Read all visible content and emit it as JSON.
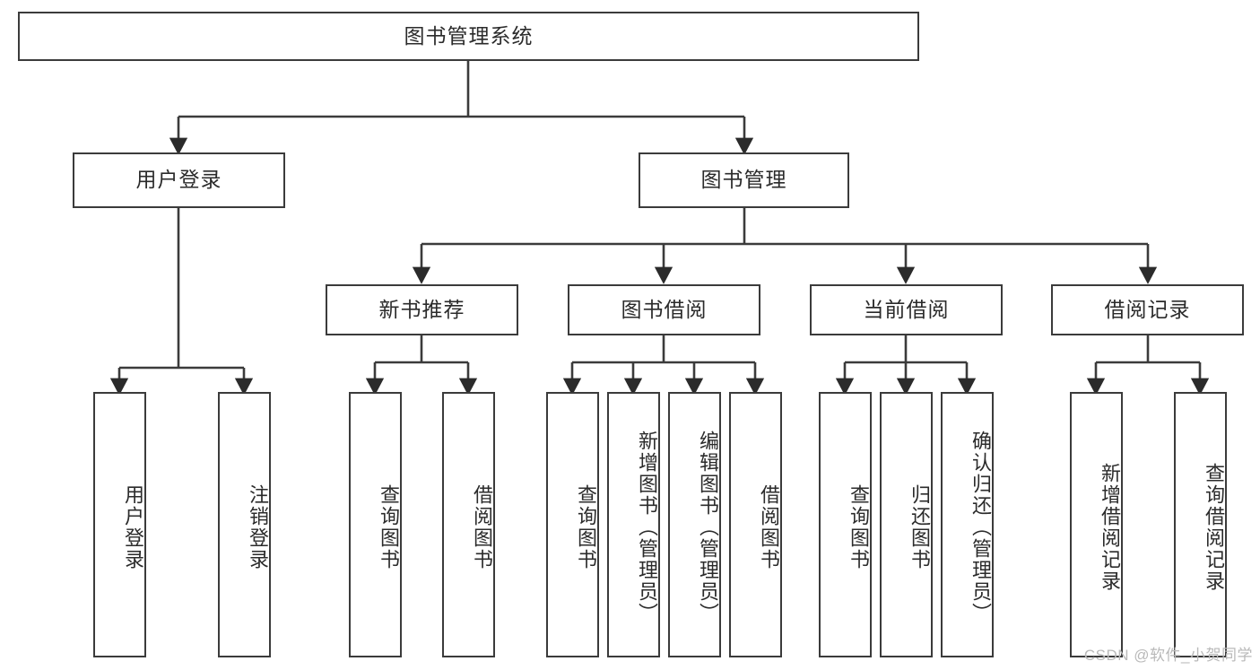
{
  "diagram": {
    "title": "图书管理系统",
    "root": {
      "label": "图书管理系统"
    },
    "level2": [
      {
        "label": "用户登录"
      },
      {
        "label": "图书管理"
      }
    ],
    "level3": [
      {
        "label": "新书推荐"
      },
      {
        "label": "图书借阅"
      },
      {
        "label": "当前借阅"
      },
      {
        "label": "借阅记录"
      }
    ],
    "leaves": {
      "user_login": [
        {
          "label": "用户登录"
        },
        {
          "label": "注销登录"
        }
      ],
      "new_book_recommend": [
        {
          "label": "查询图书"
        },
        {
          "label": "借阅图书"
        }
      ],
      "book_borrow": [
        {
          "label": "查询图书"
        },
        {
          "label": "新增图书（管理员）"
        },
        {
          "label": "编辑图书（管理员）"
        },
        {
          "label": "借阅图书"
        }
      ],
      "current_borrow": [
        {
          "label": "查询图书"
        },
        {
          "label": "归还图书"
        },
        {
          "label": "确认归还（管理员）"
        }
      ],
      "borrow_records": [
        {
          "label": "新增借阅记录"
        },
        {
          "label": "查询借阅记录"
        }
      ]
    },
    "watermark": "CSDN @软件_小贺同学",
    "colors": {
      "stroke": "#3b3b3b",
      "text": "#2b2b2b",
      "background": "#ffffff",
      "watermark": "#b9b9b9"
    }
  }
}
